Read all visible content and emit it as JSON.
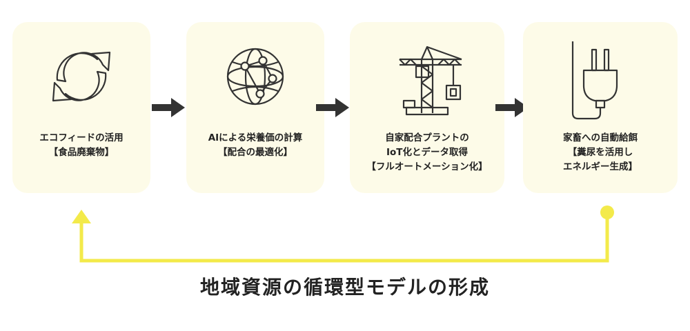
{
  "colors": {
    "card_bg": "#fdfbe8",
    "accent_yellow": "#f3ea4a",
    "text_dark": "#222222",
    "icon_stroke": "#333333"
  },
  "steps": [
    {
      "icon": "recycle-arrows-icon",
      "lines": [
        "エコフィードの活用",
        "【食品廃棄物】"
      ]
    },
    {
      "icon": "network-globe-icon",
      "lines": [
        "AIによる栄養価の計算",
        "【配合の最適化】"
      ]
    },
    {
      "icon": "crane-icon",
      "lines": [
        "自家配合プラントの",
        "IoT化とデータ取得",
        "【フルオートメーション化】"
      ]
    },
    {
      "icon": "power-plug-icon",
      "lines": [
        "家畜への自動給餌",
        "【糞尿を活用し",
        "エネルギー生成】"
      ]
    }
  ],
  "caption": "地域資源の循環型モデルの形成"
}
